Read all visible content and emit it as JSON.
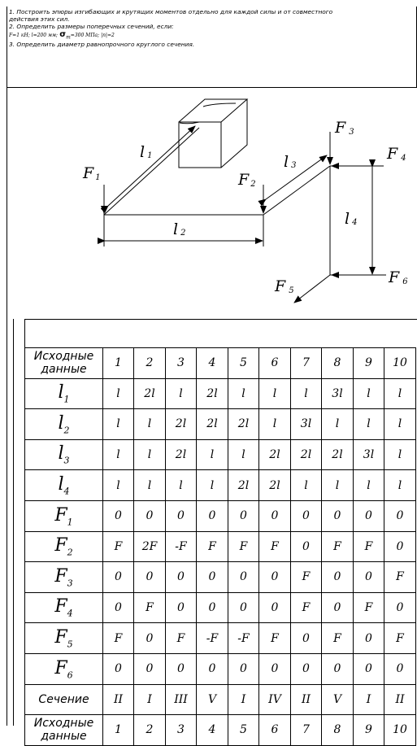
{
  "tasks": {
    "line1": "1. Построить эпюры изгибающих и крутящих моментов отдельно для каждой силы и от совместного",
    "line2": "действия этих сил.",
    "line3": "2. Определить размеры поперечных сечений, если:",
    "params": "F=1 кН;  l=200 мм;",
    "sigma": "σ",
    "sigma_sub": "т",
    "params2": "=300 МПа;  |n|=2",
    "line4": "3. Определить диаметр равнопрочного круглого сечения."
  },
  "diagram": {
    "labels": {
      "F1": "F",
      "F1_sub": "1",
      "F2": "F",
      "F2_sub": "2",
      "F3": "F",
      "F3_sub": "3",
      "F4": "F",
      "F4_sub": "4",
      "F5": "F",
      "F5_sub": "5",
      "F6": "F",
      "F6_sub": "6",
      "l1": "l",
      "l1_sub": "1",
      "l2": "l",
      "l2_sub": "2",
      "l3": "l",
      "l3_sub": "3",
      "l4": "l",
      "l4_sub": "4"
    }
  },
  "table": {
    "header_label": "Исходные данные",
    "columns": [
      "1",
      "2",
      "3",
      "4",
      "5",
      "6",
      "7",
      "8",
      "9",
      "10"
    ],
    "rows": [
      {
        "label": "l",
        "sub": "1",
        "values": [
          "l",
          "2l",
          "l",
          "2l",
          "l",
          "l",
          "l",
          "3l",
          "l",
          "l"
        ]
      },
      {
        "label": "l",
        "sub": "2",
        "values": [
          "l",
          "l",
          "2l",
          "2l",
          "2l",
          "l",
          "3l",
          "l",
          "l",
          "l"
        ]
      },
      {
        "label": "l",
        "sub": "3",
        "values": [
          "l",
          "l",
          "2l",
          "l",
          "l",
          "2l",
          "2l",
          "2l",
          "3l",
          "l"
        ]
      },
      {
        "label": "l",
        "sub": "4",
        "values": [
          "l",
          "l",
          "l",
          "l",
          "2l",
          "2l",
          "l",
          "l",
          "l",
          "l"
        ]
      },
      {
        "label": "F",
        "sub": "1",
        "values": [
          "0",
          "0",
          "0",
          "0",
          "0",
          "0",
          "0",
          "0",
          "0",
          "0"
        ]
      },
      {
        "label": "F",
        "sub": "2",
        "values": [
          "F",
          "2F",
          "-F",
          "F",
          "F",
          "F",
          "0",
          "F",
          "F",
          "0"
        ]
      },
      {
        "label": "F",
        "sub": "3",
        "values": [
          "0",
          "0",
          "0",
          "0",
          "0",
          "0",
          "F",
          "0",
          "0",
          "F"
        ]
      },
      {
        "label": "F",
        "sub": "4",
        "values": [
          "0",
          "F",
          "0",
          "0",
          "0",
          "0",
          "F",
          "0",
          "F",
          "0"
        ]
      },
      {
        "label": "F",
        "sub": "5",
        "values": [
          "F",
          "0",
          "F",
          "-F",
          "-F",
          "F",
          "0",
          "F",
          "0",
          "F"
        ]
      },
      {
        "label": "F",
        "sub": "6",
        "values": [
          "0",
          "0",
          "0",
          "0",
          "0",
          "0",
          "0",
          "0",
          "0",
          "0"
        ]
      }
    ],
    "section_label": "Сечение",
    "sections": [
      "II",
      "I",
      "III",
      "V",
      "I",
      "IV",
      "II",
      "V",
      "I",
      "II"
    ],
    "footer_label": "Исходные данные",
    "footer_columns": [
      "1",
      "2",
      "3",
      "4",
      "5",
      "6",
      "7",
      "8",
      "9",
      "10"
    ]
  }
}
